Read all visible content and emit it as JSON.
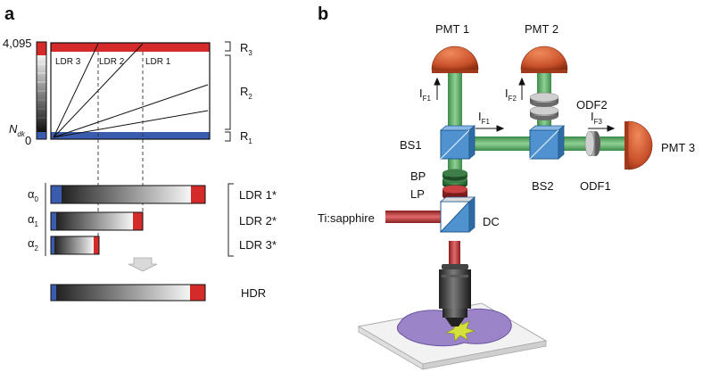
{
  "panel_a": {
    "label": "a",
    "y_max_label": "4,095",
    "y_zero_label": "0",
    "ndk_label": "N",
    "ndk_sub": "dk",
    "ldr_line_labels": [
      "LDR 3",
      "LDR 2",
      "LDR 1"
    ],
    "ranges": [
      {
        "name": "R",
        "sub": "3"
      },
      {
        "name": "R",
        "sub": "2"
      },
      {
        "name": "R",
        "sub": "1"
      }
    ],
    "alphas": [
      {
        "name": "α",
        "sub": "0"
      },
      {
        "name": "α",
        "sub": "1"
      },
      {
        "name": "α",
        "sub": "2"
      }
    ],
    "ldr_outputs": [
      "LDR 1*",
      "LDR 2*",
      "LDR 3*"
    ],
    "hdr_label": "HDR",
    "colors": {
      "saturated": "#d42a2a",
      "dark": "#3a5cae"
    }
  },
  "panel_b": {
    "label": "b",
    "pmt1": "PMT 1",
    "pmt2": "PMT 2",
    "pmt3": "PMT 3",
    "if1_vertical": {
      "name": "I",
      "sub": "F1"
    },
    "if2": {
      "name": "I",
      "sub": "F2"
    },
    "if1_horizontal": {
      "name": "I",
      "sub": "F1"
    },
    "if3": {
      "name": "I",
      "sub": "F3"
    },
    "odf2": "ODF2",
    "odf1": "ODF1",
    "bs1": "BS1",
    "bs2": "BS2",
    "bp": "BP",
    "lp": "LP",
    "dc": "DC",
    "laser": "Ti:sapphire",
    "colors": {
      "emission": "#5cae64",
      "excitation": "#b43232",
      "optic": "#4f92cf",
      "pmt": "#c8502a"
    }
  }
}
